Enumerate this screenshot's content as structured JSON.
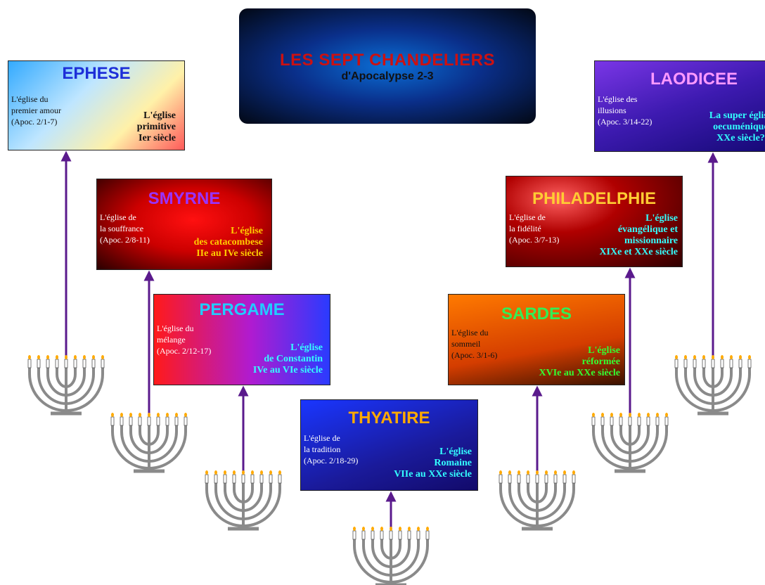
{
  "title": {
    "main": "LES SEPT CHANDELIERS",
    "sub": "d'Apocalypse 2-3"
  },
  "churches": [
    {
      "id": "ephese",
      "name": "EPHESE",
      "left_text": "L'église du\npremier amour\n(Apoc. 2/1-7)",
      "right_text": "L'église\nprimitive\nIer siècle"
    },
    {
      "id": "smyrne",
      "name": "SMYRNE",
      "left_text": "L'église de\nla souffrance\n(Apoc. 2/8-11)",
      "right_text": "L'église\ndes catacombese\nIIe au IVe  siècle"
    },
    {
      "id": "pergame",
      "name": "PERGAME",
      "left_text": "L'église du\nmélange\n(Apoc. 2/12-17)",
      "right_text": "L'église\nde Constantin\nIVe au VIe  siècle"
    },
    {
      "id": "thyatire",
      "name": "THYATIRE",
      "left_text": "L'église de\nla tradition\n(Apoc. 2/18-29)",
      "right_text": "L'église\nRomaine\nVIIe au XXe  siècle"
    },
    {
      "id": "sardes",
      "name": "SARDES",
      "left_text": "L'église du\nsommeil\n(Apoc. 3/1-6)",
      "right_text": "L'église\nréformée\nXVIe au XXe  siècle"
    },
    {
      "id": "philadelphie",
      "name": "PHILADELPHIE",
      "left_text": "L'église de\nla fidélité\n(Apoc. 3/7-13)",
      "right_text": "L'église\névangélique et\nmissionnaire\nXIXe et XXe  siècle"
    },
    {
      "id": "laodicee",
      "name": "LAODICEE",
      "left_text": "L'église des\nillusions\n(Apoc. 3/14-22)",
      "right_text": "La super église\noecuménique\nXXe  siècle?"
    }
  ],
  "colors": {
    "connector": "#5a1a8c",
    "menorah": "#8a8a8a",
    "flame": "#ffaa00"
  }
}
